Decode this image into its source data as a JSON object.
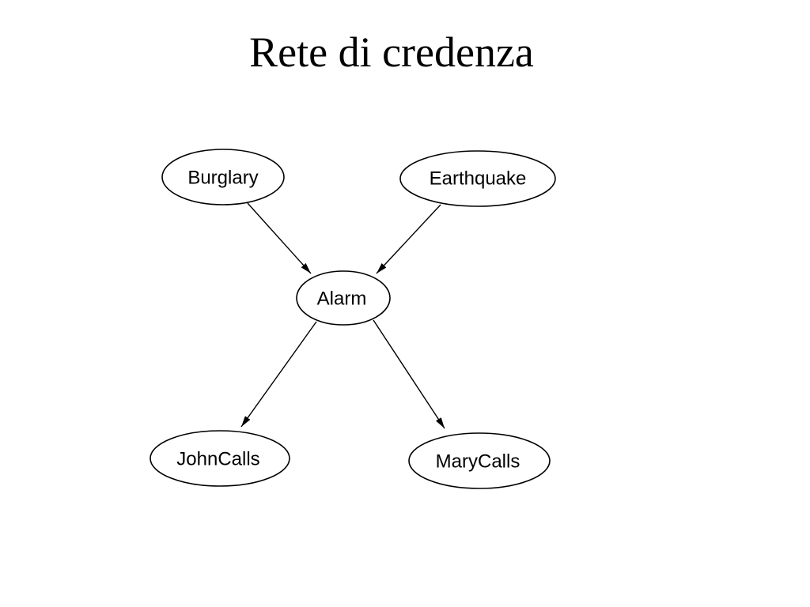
{
  "slide": {
    "title": "Rete di credenza"
  },
  "diagram": {
    "nodes": [
      {
        "id": "burglary",
        "label": "Burglary"
      },
      {
        "id": "earthquake",
        "label": "Earthquake"
      },
      {
        "id": "alarm",
        "label": "Alarm"
      },
      {
        "id": "johncalls",
        "label": "JohnCalls"
      },
      {
        "id": "marycalls",
        "label": "MaryCalls"
      }
    ],
    "edges": [
      {
        "from": "burglary",
        "to": "alarm"
      },
      {
        "from": "earthquake",
        "to": "alarm"
      },
      {
        "from": "alarm",
        "to": "johncalls"
      },
      {
        "from": "alarm",
        "to": "marycalls"
      }
    ],
    "colors": {
      "stroke": "#000000",
      "fill": "#ffffff",
      "text": "#000000"
    }
  }
}
